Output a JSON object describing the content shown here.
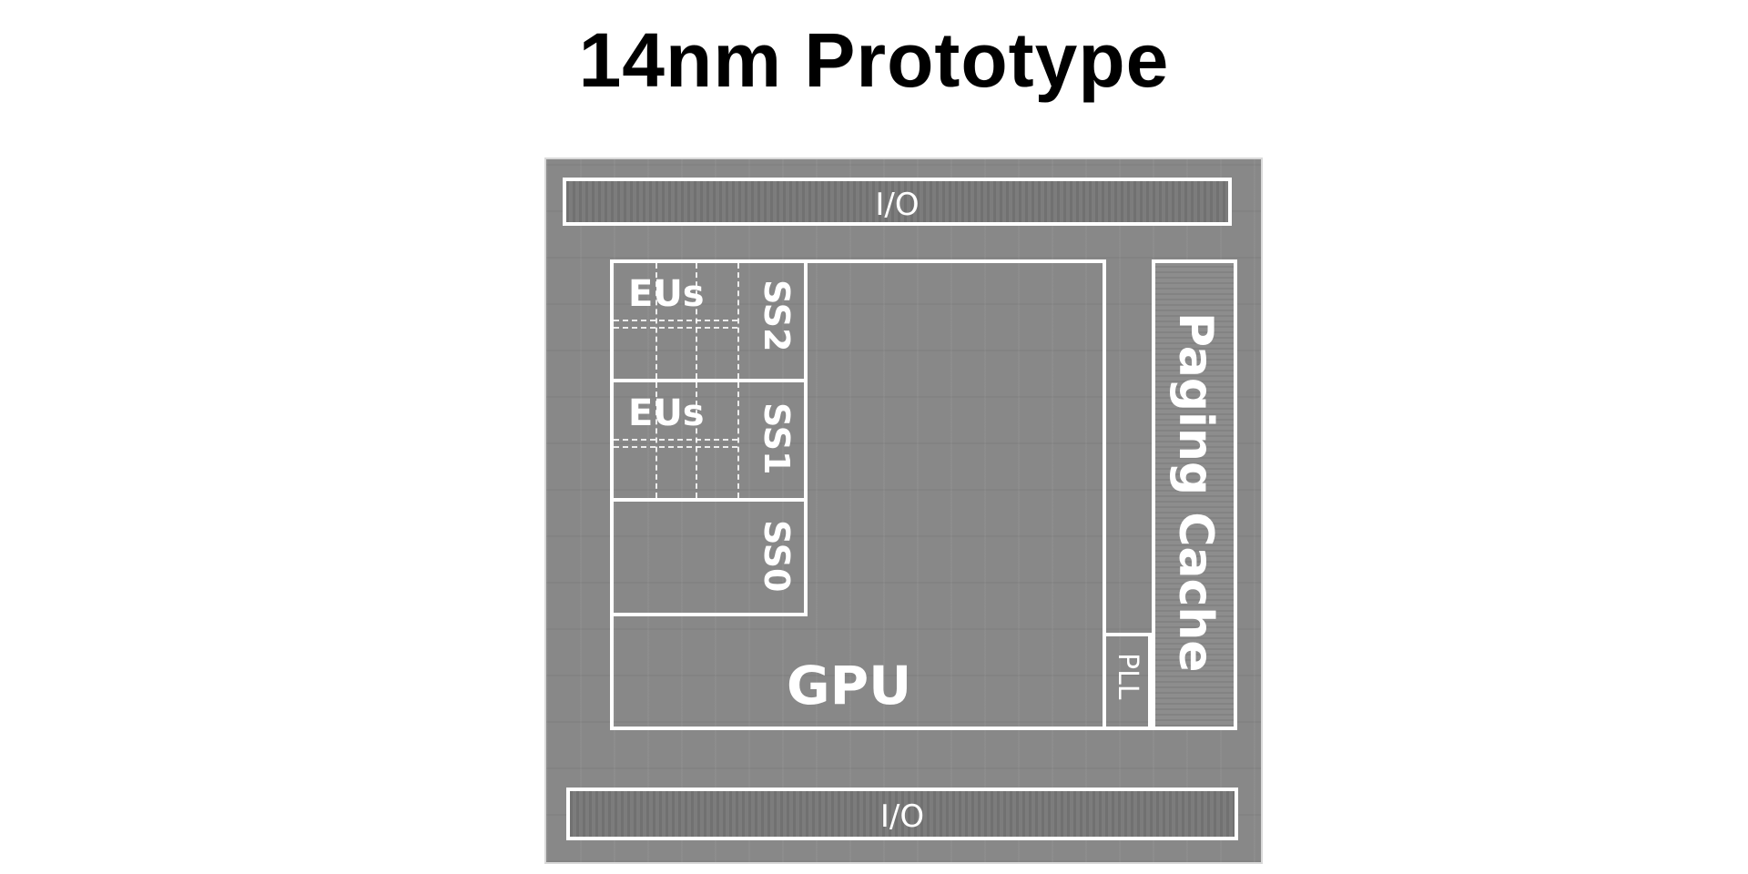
{
  "title": "14nm Prototype",
  "labels": {
    "io_top": "I/O",
    "io_bottom": "I/O",
    "eus_ss2": "EUs",
    "ss2": "SS2",
    "eus_ss1": "EUs",
    "ss1": "SS1",
    "ss0": "SS0",
    "gpu": "GPU",
    "pll": "PLL",
    "paging_cache": "Paging Cache"
  },
  "colors": {
    "die": "#888888",
    "outline": "#ffffff",
    "title": "#000000"
  }
}
